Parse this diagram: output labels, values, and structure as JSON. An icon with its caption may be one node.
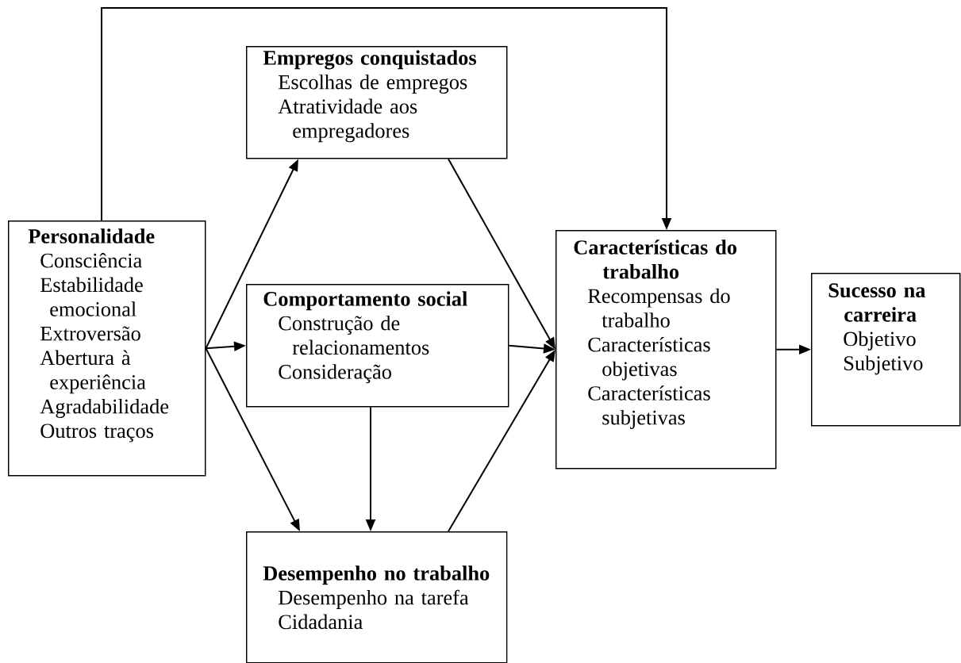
{
  "diagram": {
    "nodes": [
      {
        "text": [
          "Personalidade",
          "Consciência",
          "Estabilidade emocional",
          "Extroversão",
          "Abertura à experiência",
          "Agradabilidade",
          "Outros traços"
        ]
      },
      {
        "text": [
          "Empregos conquistados",
          "Escolhas de empregos",
          "Atratividade aos empregadores"
        ]
      },
      {
        "text": [
          "Comportamento social",
          "Construção de relacionamentos",
          "Consideração"
        ]
      },
      {
        "text": [
          "Desempenho no trabalho",
          "Desempenho na tarefa",
          "Cidadania"
        ]
      },
      {
        "text": [
          "Características do trabalho",
          "Recompensas do trabalho",
          "Características objetivas",
          "Características subjetivas"
        ]
      },
      {
        "text": [
          "Sucesso na carreira",
          "Objetivo",
          "Subjetivo"
        ]
      }
    ],
    "edges": [
      {
        "from": 0,
        "to": 1,
        "arrow": "to"
      },
      {
        "from": 0,
        "to": 2,
        "arrow": "to"
      },
      {
        "from": 0,
        "to": 3,
        "arrow": "to"
      },
      {
        "from": 0,
        "to": 4,
        "arrow": "to"
      },
      {
        "from": 1,
        "to": 4,
        "arrow": "to"
      },
      {
        "from": 2,
        "to": 4,
        "arrow": "to"
      },
      {
        "from": 2,
        "to": 3,
        "arrow": "to"
      },
      {
        "from": 3,
        "to": 4,
        "arrow": "to"
      },
      {
        "from": 4,
        "to": 5,
        "arrow": "to"
      }
    ]
  }
}
